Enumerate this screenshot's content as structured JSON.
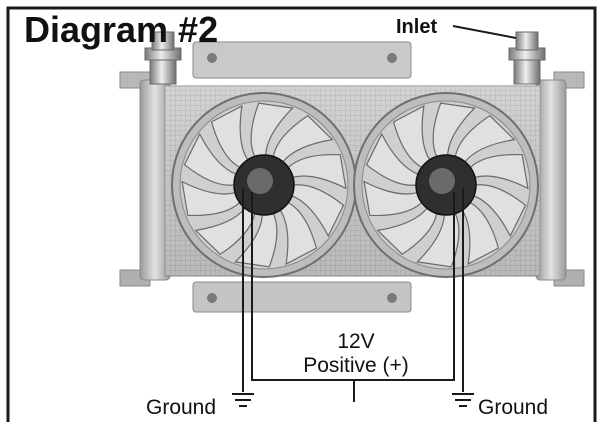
{
  "diagram": {
    "title": "Diagram #2",
    "inlet_label": "Inlet",
    "voltage_label": "12V",
    "positive_label": "Positive (+)",
    "ground_left_label": "Ground",
    "ground_right_label": "Ground"
  },
  "parts": [
    "oil-cooler-core",
    "electric-fan-left",
    "electric-fan-right",
    "inlet-fitting",
    "outlet-fitting",
    "mounting-bracket-top",
    "mounting-bracket-bottom"
  ],
  "colors": {
    "border": "#1a1a1a",
    "wire": "#1a1a1a",
    "cooler_body": "#bfbfbf",
    "fin_grid": "#9a9a9a",
    "fan_blade": "#d4d4d4",
    "fan_hub": "#2f2f2f"
  }
}
